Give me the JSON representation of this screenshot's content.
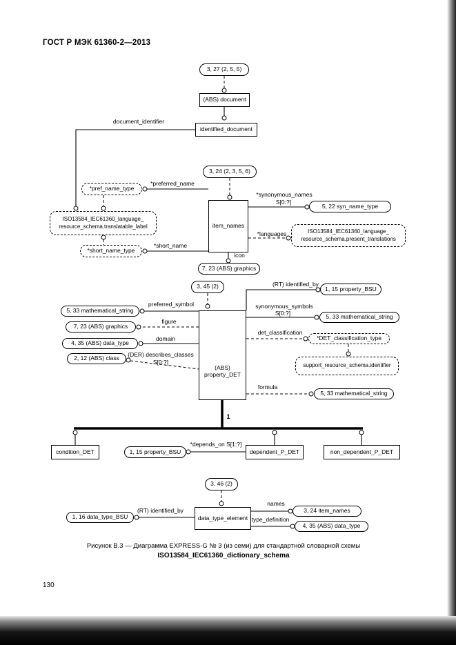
{
  "page": {
    "header": "ГОСТ Р МЭК 61360-2—2013",
    "page_number": "130",
    "caption": "Рисунок В.3 — Диаграмма EXPRESS-G № 3 (из семи) для стандартной словарной схемы",
    "caption_schema": "ISO13584_IEC61360_dictionary_schema"
  },
  "nodes": {
    "refDocument": "3, 27 (2, 5, 5)",
    "absDocument": "(ABS) document",
    "identifiedDocument": "identified_document",
    "refItemNames": "3, 24 (2, 3, 5, 6)",
    "prefNameType": "*pref_name_type",
    "isoTranslatableL1": "ISO13584_IEC61360_language_",
    "isoTranslatableL2": "resource_schema.translatable_label",
    "shortNameType": "*short_name_type",
    "itemNames": "item_names",
    "synNameType": "5, 22 syn_name_type",
    "isoPresentL1": "ISO13584_IEC61360_language_",
    "isoPresentL2": "resource_schema.present_translations",
    "graphicsIcon": "7, 23 (ABS) graphics",
    "refPropertyDet": "3, 45 (2)",
    "mathStringPreferred": "5, 33 mathematical_string",
    "graphicsFigure": "7, 23 (ABS) graphics",
    "dataTypeDomain": "4, 35 (ABS) data_type",
    "absClass": "2, 12 (ABS) class",
    "propertyDetL1": "(ABS)",
    "propertyDetL2": "property_DET",
    "propertyBsuIdentifiedBy": "1, 15 property_BSU",
    "mathStringSynonymous": "5, 33 mathematical_string",
    "detClassificationType": "*DET_classification_type",
    "supportResourceIdentifier": "support_resource_schema.identifier",
    "mathStringFormula": "5, 33 mathematical_string",
    "conditionDet": "condition_DET",
    "propertyBsuDependsOn": "1, 15 property_BSU",
    "dependentPDet": "dependent_P_DET",
    "nonDependentPDet": "non_dependent_P_DET",
    "refDataTypeElement": "3, 46 (2)",
    "dataTypeBsu": "1, 16 data_type_BSU",
    "dataTypeElement": "data_type_element",
    "itemNamesRef": "3, 24 item_names",
    "absDataTypeRef": "4, 35 (ABS) data_type"
  },
  "labels": {
    "documentIdentifier": "document_identifier",
    "preferredName": "*preferred_name",
    "synonymousNames": "*synonymous_names",
    "synonymousNamesCard": "S[0:?]",
    "languages": "*languages",
    "shortName": "*short_name",
    "icon": "icon",
    "preferredSymbol": "preferred_symbol",
    "identifiedByProperty": "(RT) identified_by",
    "synonymousSymbols": "synonymous_symbols",
    "synonymousSymbolsCard": "S[0:?]",
    "figure": "figure",
    "detClassification": "det_classification",
    "domain": "domain",
    "describesClasses": "(DER) describes_classes",
    "describesClassesCard": "S[0:?]",
    "formula": "formula",
    "oneof": "1",
    "dependsOn": "*depends_on S[1:?]",
    "identifiedByDataType": "(RT) identified_by",
    "names": "names",
    "typeDefinition": "type_definition"
  }
}
